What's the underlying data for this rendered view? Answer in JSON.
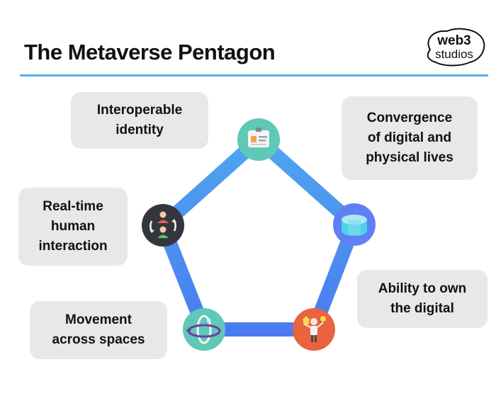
{
  "title": "The Metaverse Pentagon",
  "logo": {
    "line1": "web3",
    "line2": "studios"
  },
  "colors": {
    "edge": "#4a8ff0",
    "divider": "#5ab0ec",
    "box": "#e8e8e8"
  },
  "nodes": [
    {
      "label": "Interoperable\nidentity",
      "icon": "id-card-icon",
      "icon_bg": "#5fc8b7"
    },
    {
      "label": "Convergence\nof digital and\nphysical lives",
      "icon": "cylinder-icon",
      "icon_bg": "#5f80f2"
    },
    {
      "label": "Ability to own\nthe digital",
      "icon": "person-with-house-icon",
      "icon_bg": "#e8633e"
    },
    {
      "label": "Movement\nacross spaces",
      "icon": "rotation-arrows-icon",
      "icon_bg": "#5fc8b7"
    },
    {
      "label": "Real-time\nhuman\ninteraction",
      "icon": "two-people-exchange-icon",
      "icon_bg": "#33373d"
    }
  ]
}
